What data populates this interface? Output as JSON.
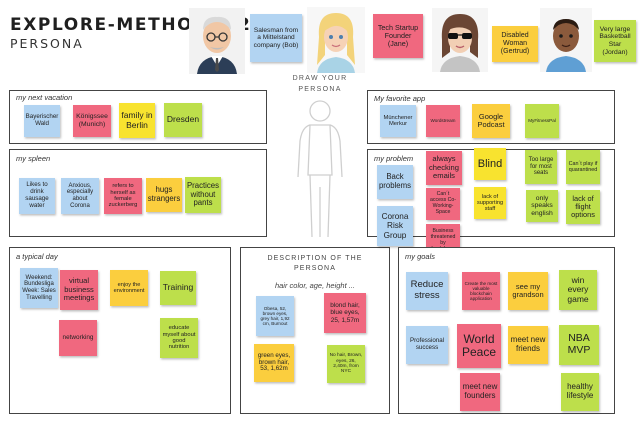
{
  "header": {
    "title": "EXPLORE-METHOD 5.2:",
    "subtitle": "PERSONA"
  },
  "personas": [
    {
      "label": "Salesman from a Mittelstand company (Bob)"
    },
    {
      "label": "Tech Startup Founder (Jane)"
    },
    {
      "label": "Disabled Woman (Gertrud)"
    },
    {
      "label": "Very large Basketball Star (Jordan)"
    }
  ],
  "center": {
    "caption_line1": "DRAW YOUR",
    "caption_line2": "PERSONA"
  },
  "sections": {
    "vacation": {
      "label": "my next vacation",
      "notes": [
        "Bayerischer Wald",
        "Königssee (Munich)",
        "family in Berlin",
        "Dresden"
      ]
    },
    "spleen": {
      "label": "my spleen",
      "notes": [
        "Likes to drink sausage water",
        "Anxious, especially about Corona",
        "refers to herself as female zuckerberg",
        "hugs strangers",
        "Practices without pants"
      ]
    },
    "typical_day": {
      "label": "a typical day",
      "notes": [
        "Weekend: Bundesliga Week: Sales Travelling",
        "virtual business meetings",
        "enjoy the environment",
        "Training",
        "networking",
        "educate myself about good nutrition"
      ]
    },
    "description": {
      "title_line1": "DESCRIPTION OF THE",
      "title_line2": "PERSONA",
      "sub": "hair color, age, height ...",
      "notes": [
        "Obesa, 52, brown eyes, grey hair, 1,92 cm, Burnout",
        "blond hair, blue eyes, 25, 1,57m",
        "green eyes, brown hair, 53, 1,62m",
        "No hair, Brown, eyes, 26, 2,40m, from NYC"
      ]
    },
    "app": {
      "label": "My favorite app",
      "notes": [
        "Münchener Merkur",
        "Wordstream",
        "Google Podcast",
        "MyFitnessPal"
      ]
    },
    "problem": {
      "label": "my problem",
      "notes": [
        "Back problems",
        "always checking emails",
        "Blind",
        "Too large for most seats",
        "Can´t play if quarantined",
        "Can´t access Co-Working-Space",
        "lack of supporting staff",
        "Corona Risk Group",
        "only speaks english",
        "lack of flight options",
        "Business threatened by Lockdown"
      ]
    },
    "goals": {
      "label": "my goals",
      "notes": [
        "Reduce stress",
        "Create the most valuable blockchain application",
        "see my grandson",
        "win every game",
        "Professional success",
        "World Peace",
        "meet new friends",
        "NBA MVP",
        "meet new founders",
        "healthy lifestyle"
      ]
    }
  }
}
